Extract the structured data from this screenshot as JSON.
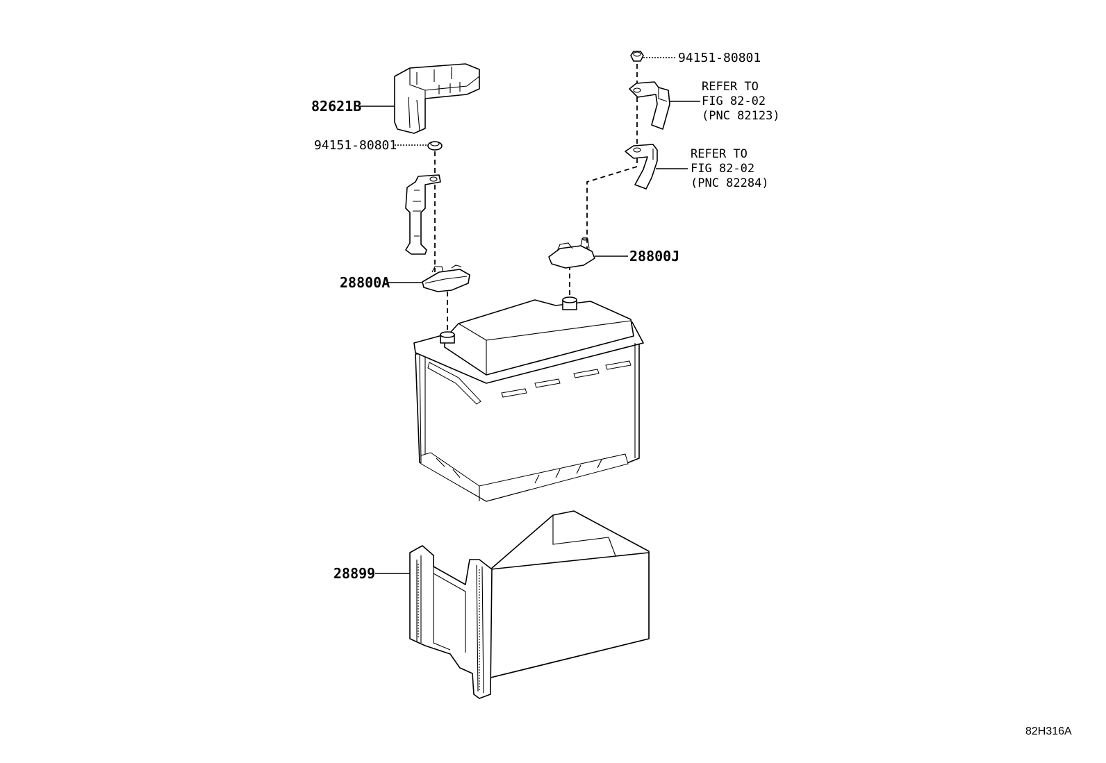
{
  "labels": {
    "cover": "82621B",
    "nut_left": "94151-80801",
    "nut_right": "94151-80801",
    "terminal_neg": "28800A",
    "terminal_pos": "28800J",
    "tray": "28899"
  },
  "refs": {
    "ref1": {
      "line1": "REFER TO",
      "line2": "FIG 82-02",
      "line3": "(PNC 82123)"
    },
    "ref2": {
      "line1": "REFER TO",
      "line2": "FIG 82-02",
      "line3": "(PNC 82284)"
    }
  },
  "figure_code": "82H316A"
}
